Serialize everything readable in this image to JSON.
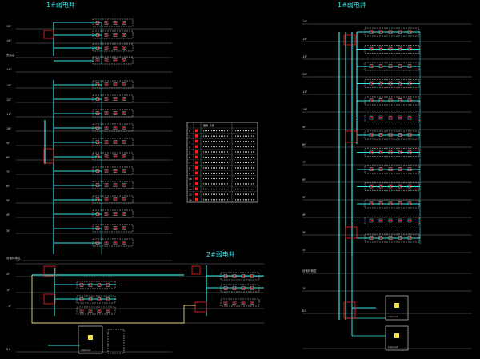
{
  "titles": {
    "left_top": "1#弱电井",
    "right_top": "1#弱电井",
    "middle": "2#弱电井"
  },
  "colors": {
    "background": "#000000",
    "riser": "#35e6e6",
    "floor_line": "#7a7a7a",
    "title": "#35e6e6",
    "device_red": "#ff2020",
    "device_white": "#e8e8e8",
    "cable_yellow": "#e8d870",
    "equipment_yellow": "#f0e040"
  },
  "left_floor_labels": [
    "15F",
    "14F",
    "夹层层",
    "14F",
    "13F",
    "12F",
    "11F",
    "10F",
    "9F",
    "8F",
    "7F",
    "6F",
    "5F",
    "4F",
    "3F",
    "设备转换层",
    "2F",
    "1F",
    "-1F",
    "B1"
  ],
  "right_floor_labels": [
    "15F",
    "14F",
    "13F",
    "12F",
    "11F",
    "10F",
    "9F",
    "8F",
    "7F",
    "6F",
    "5F",
    "4F",
    "3F",
    "2F",
    "设备转换层",
    "1F",
    "B1"
  ],
  "legend": {
    "header": [
      "",
      "",
      "图例 名称",
      "备注"
    ],
    "rows": [
      "1",
      "2",
      "3",
      "4",
      "5",
      "6",
      "7",
      "8",
      "9",
      "10",
      "11",
      "12",
      "13",
      "14"
    ]
  },
  "equipment_labels": {
    "left_cabinet": "Cabinet",
    "right_box_1": "Cabinet",
    "right_box_2": "Cabinet"
  }
}
